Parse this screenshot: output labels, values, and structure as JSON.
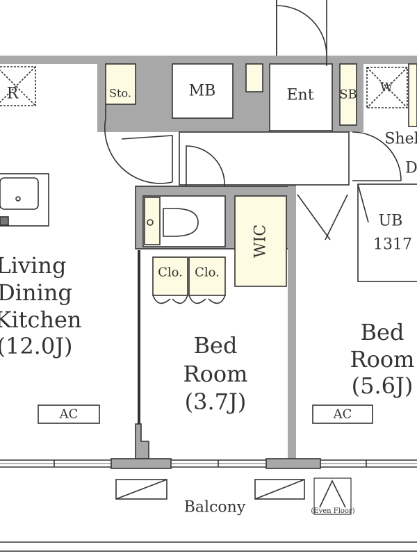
{
  "colors": {
    "wall": "#a8a8a8",
    "storage": "#fdfbe1",
    "line": "#333333"
  },
  "rooms": {
    "refrigerator": "R",
    "storage": "Sto.",
    "meter_box": "MB",
    "entrance": "Ent",
    "shoe_box": "SB",
    "washer": "W",
    "shelf": "Shel",
    "d": "D",
    "unit_bath": "UB",
    "unit_bath_size": "1317",
    "wic": "WIC",
    "closet_1": "Clo.",
    "closet_2": "Clo.",
    "ldk_line1": "Living",
    "ldk_line2": "Dining",
    "ldk_line3": "Kitchen",
    "ldk_size": "(12.0J)",
    "bed1_line1": "Bed",
    "bed1_line2": "Room",
    "bed1_size": "(3.7J)",
    "bed2_line1": "Bed",
    "bed2_line2": "Room",
    "bed2_size": "(5.6J)",
    "ac_1": "AC",
    "ac_2": "AC",
    "balcony": "Balcony",
    "even_floor": "(Even Floor)"
  }
}
